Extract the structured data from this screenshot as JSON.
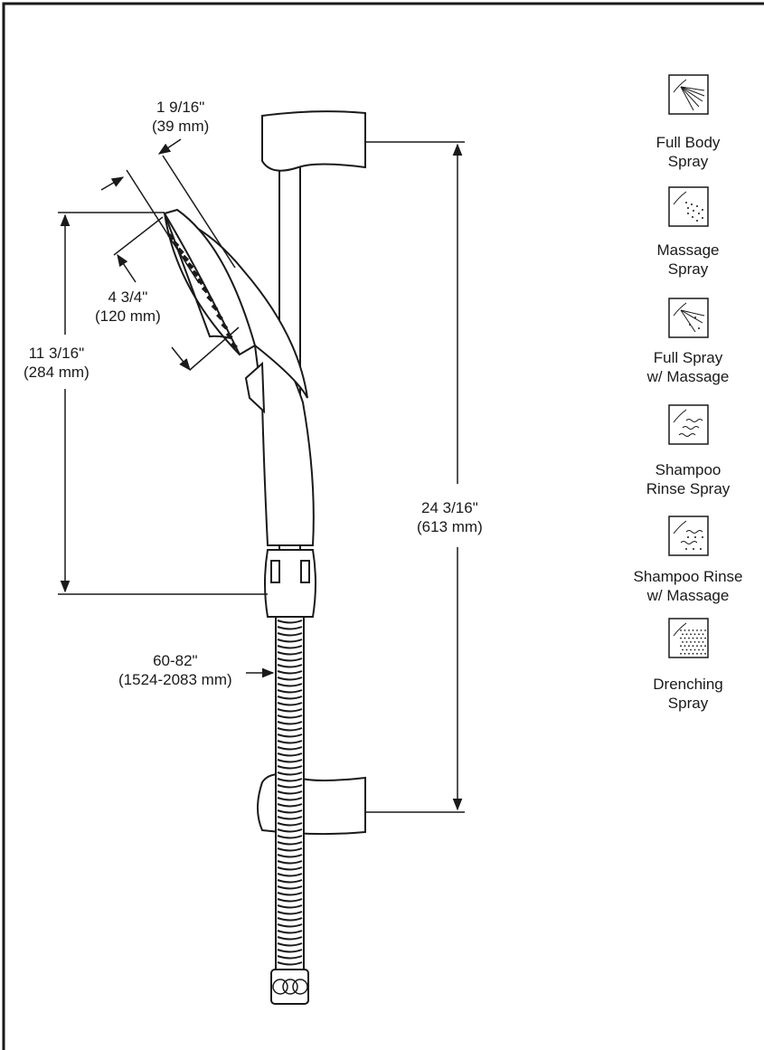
{
  "dimensions": {
    "head_thickness": {
      "imperial": "1 9/16\"",
      "metric": "(39 mm)"
    },
    "head_diameter": {
      "imperial": "4 3/4\"",
      "metric": "(120 mm)"
    },
    "handshower_height": {
      "imperial": "11 3/16\"",
      "metric": "(284 mm)"
    },
    "bar_length": {
      "imperial": "24 3/16\"",
      "metric": "(613 mm)"
    },
    "hose_length": {
      "imperial": "60-82\"",
      "metric": "(1524-2083 mm)"
    }
  },
  "spray_modes": [
    {
      "line1": "Full Body",
      "line2": "Spray",
      "icon": "full-body-spray-icon"
    },
    {
      "line1": "Massage",
      "line2": "Spray",
      "icon": "massage-spray-icon"
    },
    {
      "line1": "Full Spray",
      "line2": "w/ Massage",
      "icon": "full-spray-massage-icon"
    },
    {
      "line1": "Shampoo",
      "line2": "Rinse Spray",
      "icon": "shampoo-rinse-icon"
    },
    {
      "line1": "Shampoo Rinse",
      "line2": "w/ Massage",
      "icon": "shampoo-rinse-massage-icon"
    },
    {
      "line1": "Drenching",
      "line2": "Spray",
      "icon": "drenching-spray-icon"
    }
  ]
}
